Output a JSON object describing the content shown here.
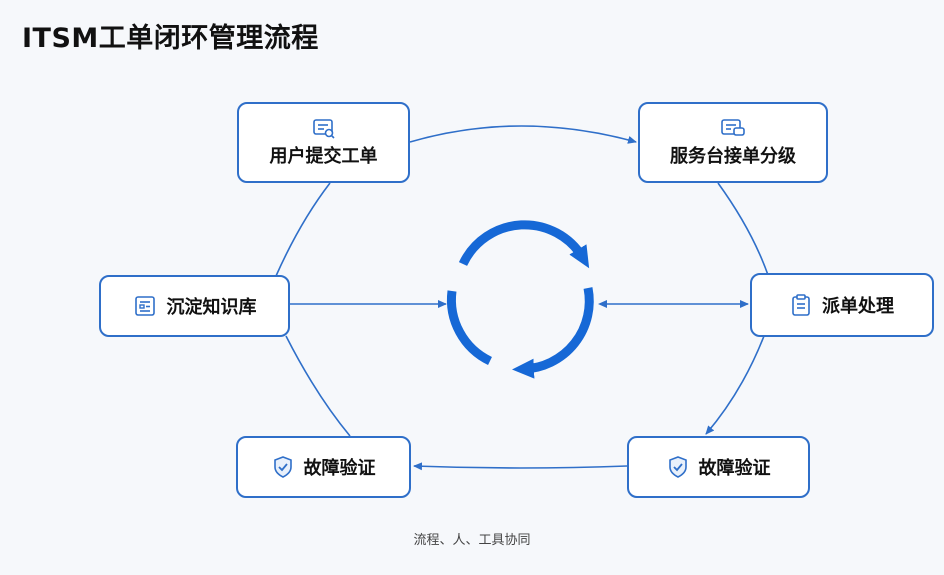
{
  "title": "ITSM工单闭环管理流程",
  "nodes": {
    "submit": "用户提交工单",
    "triage": "服务台接单分级",
    "dispatch": "派单处理",
    "verify_right": "故障验证",
    "verify_left": "故障验证",
    "knowledge": "沉淀知识库"
  },
  "caption": "流程、人、工具协同",
  "colors": {
    "accent": "#2f6fc9",
    "cycle": "#1668d6",
    "background": "#f6f8fb"
  }
}
